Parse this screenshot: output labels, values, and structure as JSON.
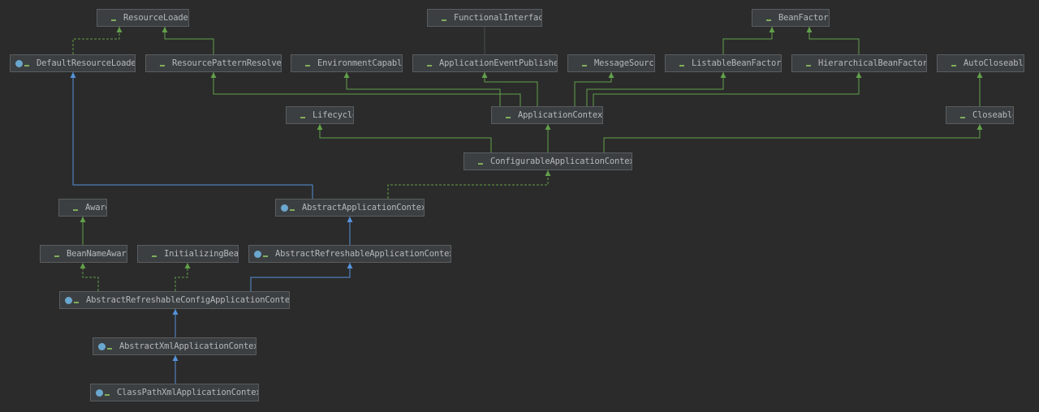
{
  "colors": {
    "background": "#2b2b2b",
    "node_fill": "#3c3f41",
    "node_border": "#5a5d5f",
    "text": "#b5b8ba",
    "interface_icon": "#62b543",
    "class_icon": "#6aa7cf",
    "implements_edge": "#62a04a",
    "extends_edge": "#5592d9"
  },
  "nodes": {
    "resource_loader": {
      "label": "ResourceLoader",
      "kind": "interface"
    },
    "functional_interface": {
      "label": "FunctionalInterface",
      "kind": "interface"
    },
    "bean_factory": {
      "label": "BeanFactory",
      "kind": "interface"
    },
    "default_resource_loader": {
      "label": "DefaultResourceLoader",
      "kind": "class"
    },
    "resource_pattern_resolver": {
      "label": "ResourcePatternResolver",
      "kind": "interface"
    },
    "environment_capable": {
      "label": "EnvironmentCapable",
      "kind": "interface"
    },
    "application_event_publisher": {
      "label": "ApplicationEventPublisher",
      "kind": "interface"
    },
    "message_source": {
      "label": "MessageSource",
      "kind": "interface"
    },
    "listable_bean_factory": {
      "label": "ListableBeanFactory",
      "kind": "interface"
    },
    "hierarchical_bean_factory": {
      "label": "HierarchicalBeanFactory",
      "kind": "interface"
    },
    "auto_closeable": {
      "label": "AutoCloseable",
      "kind": "interface"
    },
    "lifecycle": {
      "label": "Lifecycle",
      "kind": "interface"
    },
    "application_context": {
      "label": "ApplicationContext",
      "kind": "interface"
    },
    "closeable": {
      "label": "Closeable",
      "kind": "interface"
    },
    "configurable_application_context": {
      "label": "ConfigurableApplicationContext",
      "kind": "interface"
    },
    "aware": {
      "label": "Aware",
      "kind": "interface"
    },
    "abstract_application_context": {
      "label": "AbstractApplicationContext",
      "kind": "class"
    },
    "bean_name_aware": {
      "label": "BeanNameAware",
      "kind": "interface"
    },
    "initializing_bean": {
      "label": "InitializingBean",
      "kind": "interface"
    },
    "abstract_refreshable_application_context": {
      "label": "AbstractRefreshableApplicationContext",
      "kind": "class"
    },
    "abstract_refreshable_config_application_context": {
      "label": "AbstractRefreshableConfigApplicationContext",
      "kind": "class"
    },
    "abstract_xml_application_context": {
      "label": "AbstractXmlApplicationContext",
      "kind": "class"
    },
    "class_path_xml_application_context": {
      "label": "ClassPathXmlApplicationContext",
      "kind": "class"
    }
  },
  "edges": [
    {
      "from": "default_resource_loader",
      "to": "resource_loader",
      "type": "implements"
    },
    {
      "from": "resource_pattern_resolver",
      "to": "resource_loader",
      "type": "interface-extends"
    },
    {
      "from": "listable_bean_factory",
      "to": "bean_factory",
      "type": "interface-extends"
    },
    {
      "from": "hierarchical_bean_factory",
      "to": "bean_factory",
      "type": "interface-extends"
    },
    {
      "from": "application_context",
      "to": "resource_pattern_resolver",
      "type": "interface-extends"
    },
    {
      "from": "application_context",
      "to": "environment_capable",
      "type": "interface-extends"
    },
    {
      "from": "application_context",
      "to": "application_event_publisher",
      "type": "interface-extends"
    },
    {
      "from": "application_context",
      "to": "message_source",
      "type": "interface-extends"
    },
    {
      "from": "application_context",
      "to": "listable_bean_factory",
      "type": "interface-extends"
    },
    {
      "from": "application_context",
      "to": "hierarchical_bean_factory",
      "type": "interface-extends"
    },
    {
      "from": "closeable",
      "to": "auto_closeable",
      "type": "interface-extends"
    },
    {
      "from": "configurable_application_context",
      "to": "lifecycle",
      "type": "interface-extends"
    },
    {
      "from": "configurable_application_context",
      "to": "application_context",
      "type": "interface-extends"
    },
    {
      "from": "configurable_application_context",
      "to": "closeable",
      "type": "interface-extends"
    },
    {
      "from": "abstract_application_context",
      "to": "default_resource_loader",
      "type": "extends"
    },
    {
      "from": "abstract_application_context",
      "to": "configurable_application_context",
      "type": "implements"
    },
    {
      "from": "bean_name_aware",
      "to": "aware",
      "type": "interface-extends"
    },
    {
      "from": "abstract_refreshable_application_context",
      "to": "abstract_application_context",
      "type": "extends"
    },
    {
      "from": "abstract_refreshable_config_application_context",
      "to": "bean_name_aware",
      "type": "implements"
    },
    {
      "from": "abstract_refreshable_config_application_context",
      "to": "initializing_bean",
      "type": "implements"
    },
    {
      "from": "abstract_refreshable_config_application_context",
      "to": "abstract_refreshable_application_context",
      "type": "extends"
    },
    {
      "from": "abstract_xml_application_context",
      "to": "abstract_refreshable_config_application_context",
      "type": "extends"
    },
    {
      "from": "class_path_xml_application_context",
      "to": "abstract_xml_application_context",
      "type": "extends"
    }
  ]
}
